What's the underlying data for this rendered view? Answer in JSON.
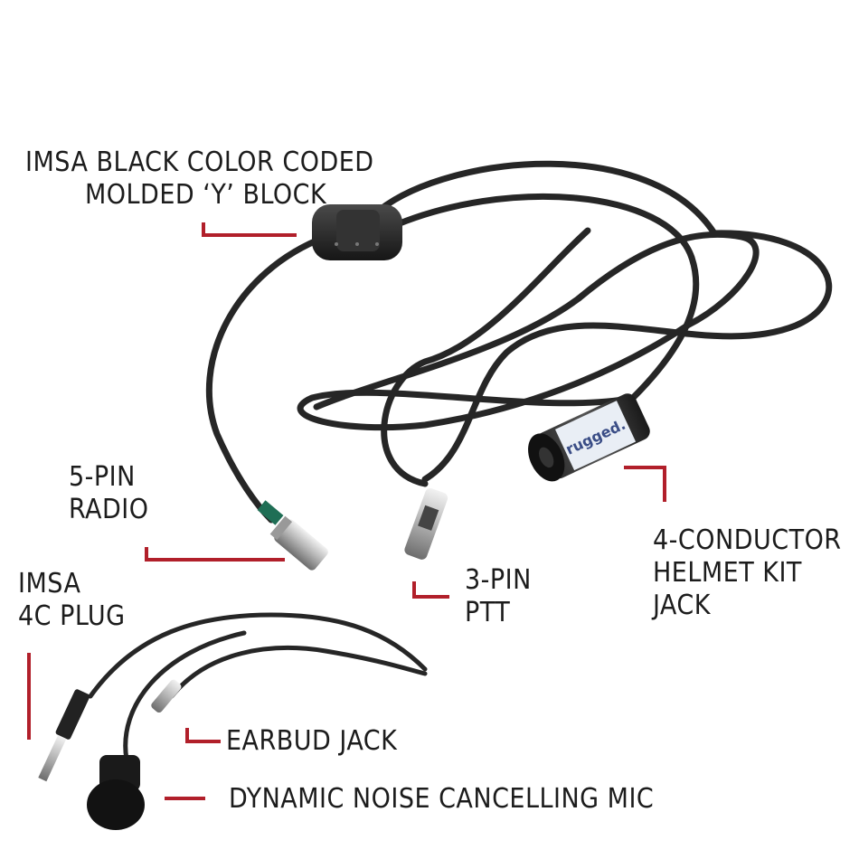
{
  "accent_color": "#b11f2a",
  "cable_color": "#2a2a2a",
  "labels": {
    "y_block": [
      "IMSA BLACK COLOR CODED",
      "MOLDED ‘Y’ BLOCK"
    ],
    "radio": [
      "5-PIN",
      "RADIO"
    ],
    "ptt": [
      "3-PIN",
      "PTT"
    ],
    "helmet_jack": [
      "4-CONDUCTOR",
      "HELMET KIT",
      "JACK"
    ],
    "imsa_plug": [
      "IMSA",
      "4C PLUG"
    ],
    "earbud": [
      "EARBUD JACK"
    ],
    "mic": [
      "DYNAMIC NOISE CANCELLING MIC"
    ]
  },
  "logo_text": "rugged."
}
